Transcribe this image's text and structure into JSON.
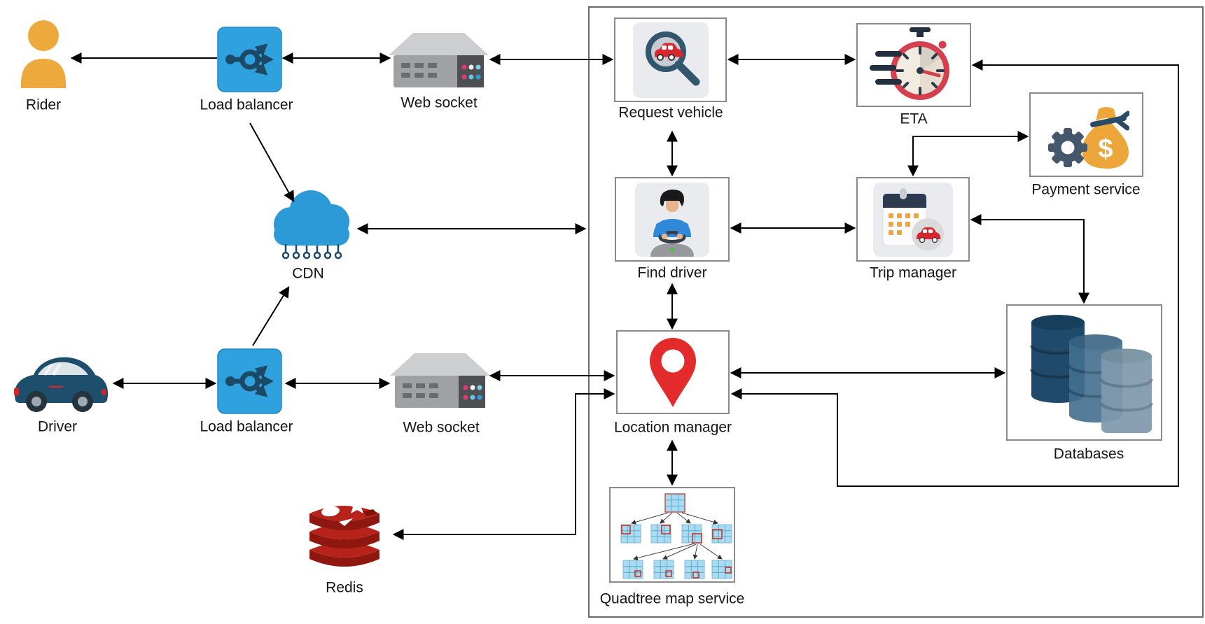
{
  "diagram": {
    "title_hint": "ride-hailing system architecture",
    "nodes": {
      "rider": {
        "label": "Rider"
      },
      "load_balancer_top": {
        "label": "Load balancer"
      },
      "web_socket_top": {
        "label": "Web socket"
      },
      "cdn": {
        "label": "CDN"
      },
      "driver": {
        "label": "Driver"
      },
      "load_balancer_bottom": {
        "label": "Load balancer"
      },
      "web_socket_bottom": {
        "label": "Web socket"
      },
      "redis": {
        "label": "Redis"
      },
      "request_vehicle": {
        "label": "Request vehicle"
      },
      "eta": {
        "label": "ETA"
      },
      "payment_service": {
        "label": "Payment service"
      },
      "find_driver": {
        "label": "Find driver"
      },
      "trip_manager": {
        "label": "Trip manager"
      },
      "databases": {
        "label": "Databases"
      },
      "location_manager": {
        "label": "Location manager"
      },
      "quadtree_map_service": {
        "label": "Quadtree map service"
      }
    },
    "edges": [
      {
        "from": "load_balancer_top",
        "to": "rider",
        "arrows": "to"
      },
      {
        "from": "load_balancer_top",
        "to": "web_socket_top",
        "arrows": "both"
      },
      {
        "from": "web_socket_top",
        "to": "request_vehicle",
        "arrows": "both"
      },
      {
        "from": "request_vehicle",
        "to": "eta",
        "arrows": "both"
      },
      {
        "from": "request_vehicle",
        "to": "find_driver",
        "arrows": "both"
      },
      {
        "from": "find_driver",
        "to": "trip_manager",
        "arrows": "both"
      },
      {
        "from": "trip_manager",
        "to": "payment_service",
        "arrows": "both"
      },
      {
        "from": "trip_manager",
        "to": "databases",
        "arrows": "both"
      },
      {
        "from": "eta",
        "to": "location_manager",
        "arrows": "both"
      },
      {
        "from": "find_driver",
        "to": "location_manager",
        "arrows": "both"
      },
      {
        "from": "location_manager",
        "to": "databases",
        "arrows": "both"
      },
      {
        "from": "web_socket_bottom",
        "to": "location_manager",
        "arrows": "both"
      },
      {
        "from": "load_balancer_bottom",
        "to": "web_socket_bottom",
        "arrows": "both"
      },
      {
        "from": "driver",
        "to": "load_balancer_bottom",
        "arrows": "both"
      },
      {
        "from": "load_balancer_top",
        "to": "cdn",
        "arrows": "to"
      },
      {
        "from": "load_balancer_bottom",
        "to": "cdn",
        "arrows": "to"
      },
      {
        "from": "cdn",
        "to": "backend_system_boundary",
        "arrows": "both"
      },
      {
        "from": "location_manager",
        "to": "redis",
        "arrows": "both"
      },
      {
        "from": "location_manager",
        "to": "quadtree_map_service",
        "arrows": "both"
      }
    ],
    "colors": {
      "load_balancer_blue": "#2FA1DE",
      "icon_navy": "#1C4A66",
      "rider_orange": "#EDA93B",
      "cdn_blue": "#2D9AD8",
      "car_red": "#D7262C",
      "pin_red": "#E32B2B",
      "redis_red": "#B7231B",
      "payment_gold": "#ECA63A",
      "gear_slate": "#45586B",
      "database_navy": "#1F4A6B",
      "server_gray": "#9FA1A4",
      "quadtree_blue": "#A9DCF2",
      "box_border_gray": "#8A8A8A",
      "arrow_black": "#000000"
    }
  }
}
